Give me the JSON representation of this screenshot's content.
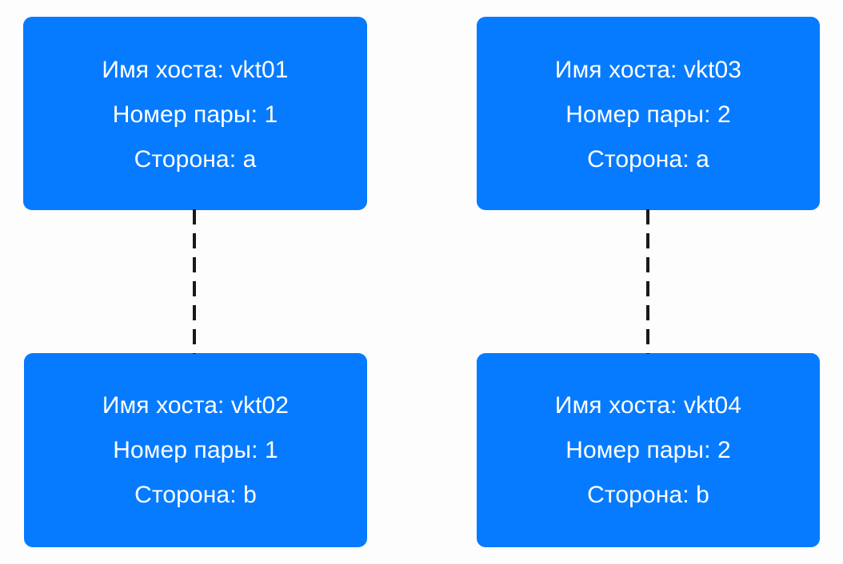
{
  "diagram": {
    "background_color": "#fdfdfd",
    "node_color": "#077bff",
    "node_text_color": "#ffffff",
    "connector_color": "#1a1a1a",
    "connector_style": "dashed",
    "labels": {
      "hostname": "Имя хоста:",
      "pair_number": "Номер пары:",
      "side": "Сторона:"
    },
    "nodes": [
      {
        "id": "vkt01",
        "line1": "Имя хоста: vkt01",
        "line2": "Номер пары: 1",
        "line3": "Сторона: a",
        "hostname": "vkt01",
        "pair_number": "1",
        "side": "a"
      },
      {
        "id": "vkt03",
        "line1": "Имя хоста: vkt03",
        "line2": "Номер пары: 2",
        "line3": "Сторона: a",
        "hostname": "vkt03",
        "pair_number": "2",
        "side": "a"
      },
      {
        "id": "vkt02",
        "line1": "Имя хоста: vkt02",
        "line2": "Номер пары: 1",
        "line3": "Сторона: b",
        "hostname": "vkt02",
        "pair_number": "1",
        "side": "b"
      },
      {
        "id": "vkt04",
        "line1": "Имя хоста: vkt04",
        "line2": "Номер пары: 2",
        "line3": "Сторона: b",
        "hostname": "vkt04",
        "pair_number": "2",
        "side": "b"
      }
    ],
    "connectors": [
      {
        "id": "pair-1",
        "from": "vkt01",
        "to": "vkt02"
      },
      {
        "id": "pair-2",
        "from": "vkt03",
        "to": "vkt04"
      }
    ]
  }
}
